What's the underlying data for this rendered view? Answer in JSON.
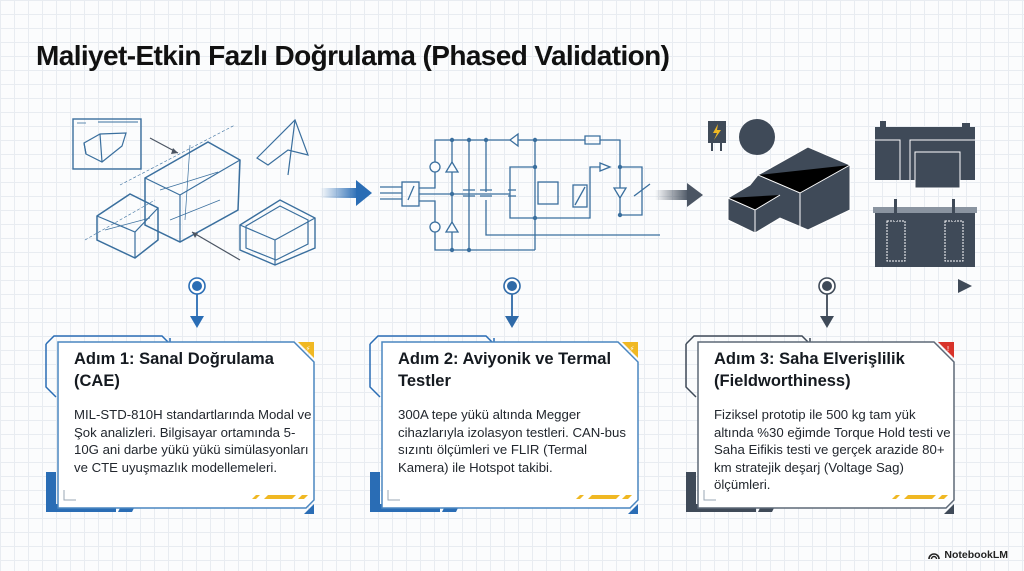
{
  "title": "Maliyet-Etkin Fazlı Doğrulama (Phased Validation)",
  "colors": {
    "step1": "#2a6db5",
    "step2": "#2a6db5",
    "step3": "#3f4a58",
    "accent_yellow": "#f0b823",
    "alert_red": "#d8332a",
    "timeline_blue": "#2a6db5",
    "timeline_gray": "#3f4a58"
  },
  "illustrations": [
    {
      "name": "cae-wireframe",
      "description": "Blueprint wireframe of vehicle body, CAD window and mesh"
    },
    {
      "name": "circuit-schematic",
      "description": "Electrical circuit schematic with diodes, capacitors and relay"
    },
    {
      "name": "physical-prototype",
      "description": "Solid vehicle prototype with battery pack and cell cross-section"
    }
  ],
  "steps": [
    {
      "title": "Adım 1: Sanal Doğrulama (CAE)",
      "body": "MIL-STD-810H standartlarında Modal ve Şok analizleri. Bilgisayar ortamında 5-10G ani darbe yükü yükü simülasyonları ve CTE uyuşmazlık modellemeleri.",
      "badge": "warning",
      "badge_glyph": "⚡",
      "theme": "blue"
    },
    {
      "title": "Adım 2: Aviyonik ve Termal Testler",
      "body": "300A tepe yükü altında Megger cihazlarıyla izolasyon testleri. CAN-bus sızıntı ölçümleri ve FLIR (Termal Kamera) ile Hotspot takibi.",
      "badge": "warning",
      "badge_glyph": "⚡",
      "theme": "blue"
    },
    {
      "title": "Adım 3: Saha Elverişlilik (Fieldworthiness)",
      "body": "Fiziksel prototip ile 500 kg tam yük altında %30 eğimde Torque Hold testi ve Saha Eifikis testi ve gerçek arazide 80+ km stratejik deşarj (Voltage Sag) ölçümleri.",
      "badge": "alert",
      "badge_glyph": "!",
      "theme": "gray"
    }
  ],
  "brand": "NotebookLM"
}
